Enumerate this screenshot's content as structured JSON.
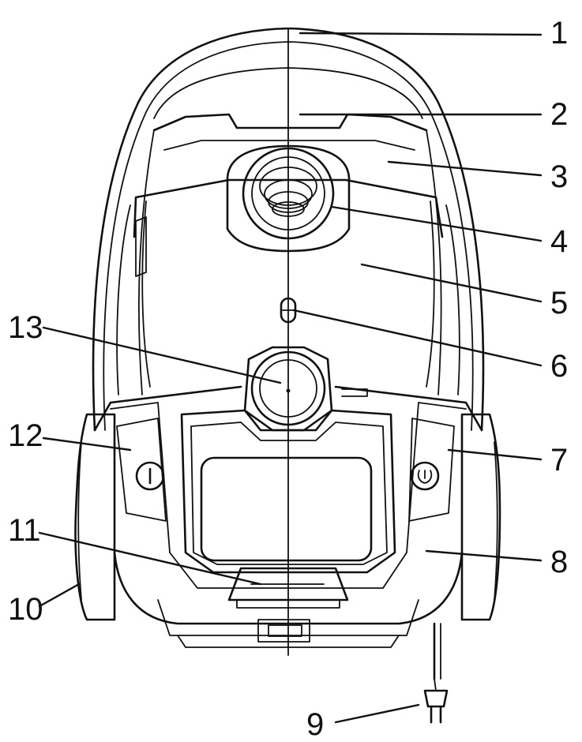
{
  "callouts": [
    "1",
    "2",
    "3",
    "4",
    "5",
    "6",
    "7",
    "8",
    "9",
    "10",
    "11",
    "12",
    "13"
  ],
  "icons": {
    "left_button": "power-icon",
    "right_button": "cord-rewind-icon"
  },
  "colors": {
    "line": "#111111",
    "background": "#ffffff"
  }
}
